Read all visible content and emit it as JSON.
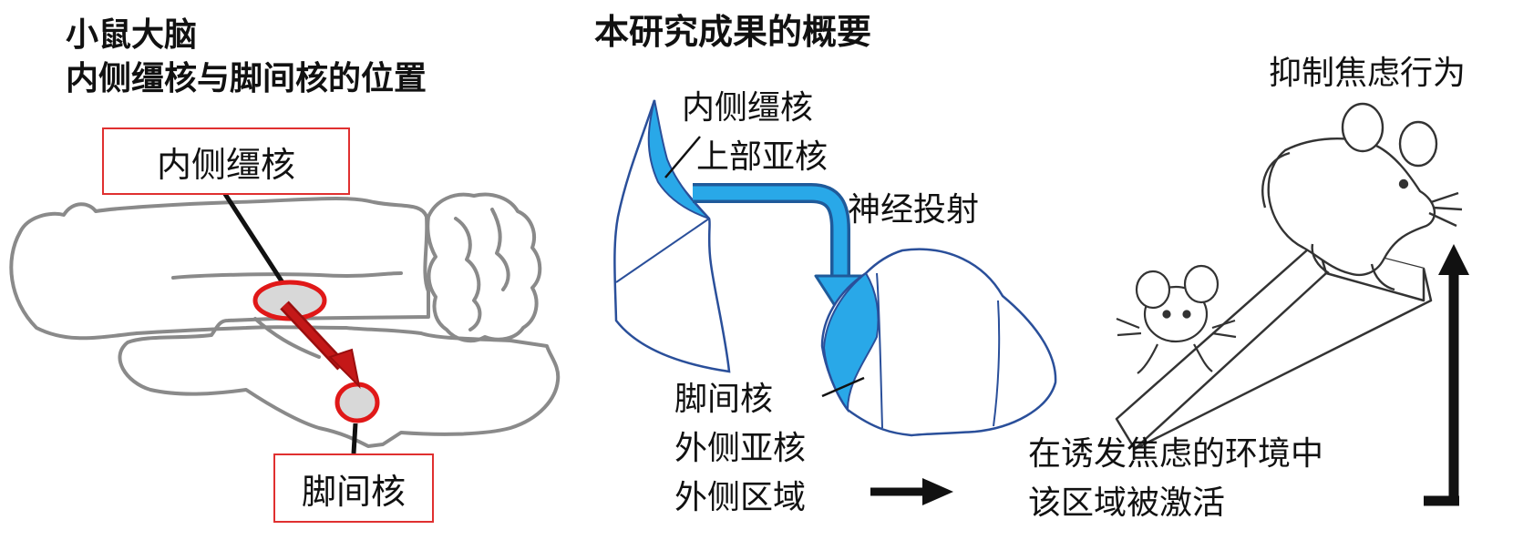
{
  "left_panel": {
    "title_line1": "小鼠大脑",
    "title_line2": "内侧缰核与脚间核的位置",
    "label_top": "内侧缰核",
    "label_bottom": "脚间核"
  },
  "center_panel": {
    "title": "本研究成果的概要",
    "label_mhb_1": "内侧缰核",
    "label_mhb_2": "上部亚核",
    "label_projection": "神经投射",
    "label_ipn_1": "脚间核",
    "label_ipn_2": "外侧亚核",
    "label_ipn_3": "外侧区域"
  },
  "right_panel": {
    "label_top": "抑制焦虑行为",
    "label_bottom_1": "在诱发焦虑的环境中",
    "label_bottom_2": "该区域被激活"
  },
  "colors": {
    "highlight_red": "#e01818",
    "arrow_darkred": "#b01010",
    "nucleus_blue": "#29a8e8",
    "outline_blue": "#2a4f9a",
    "brain_gray": "#8a8a8a"
  }
}
